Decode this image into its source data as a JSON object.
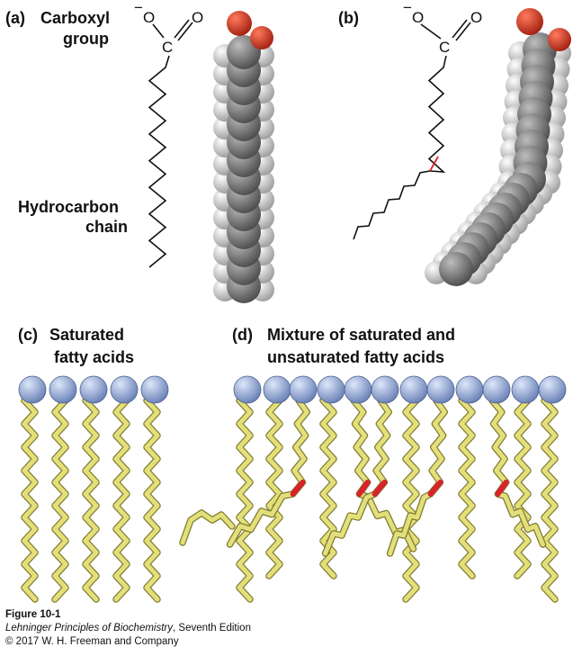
{
  "panels": {
    "a": {
      "letter": "(a)",
      "title_line1": "Carboxyl",
      "title_line2": "group",
      "chain_line1": "Hydrocarbon",
      "chain_line2": "chain"
    },
    "b": {
      "letter": "(b)"
    },
    "c": {
      "letter": "(c)",
      "title_line1": "Saturated",
      "title_line2": "fatty acids"
    },
    "d": {
      "letter": "(d)",
      "title_line1": "Mixture of saturated and",
      "title_line2": "unsaturated fatty acids"
    }
  },
  "atoms": {
    "charge": "−",
    "oxygen": "O",
    "carbon": "C"
  },
  "caption": {
    "figure": "Figure 10-1",
    "book_title": "Lehninger Principles of Biochemistry",
    "edition": ", Seventh Edition",
    "copyright": "© 2017 W. H. Freeman and Company"
  },
  "colors": {
    "headgroup": "#8fa8d8",
    "tail": "#e3df7a",
    "double_bond": "#d8232a",
    "carbon_sphere": "#6b6b6b",
    "hydrogen_sphere": "#d0d0d0",
    "oxygen_sphere": "#c8301f"
  }
}
